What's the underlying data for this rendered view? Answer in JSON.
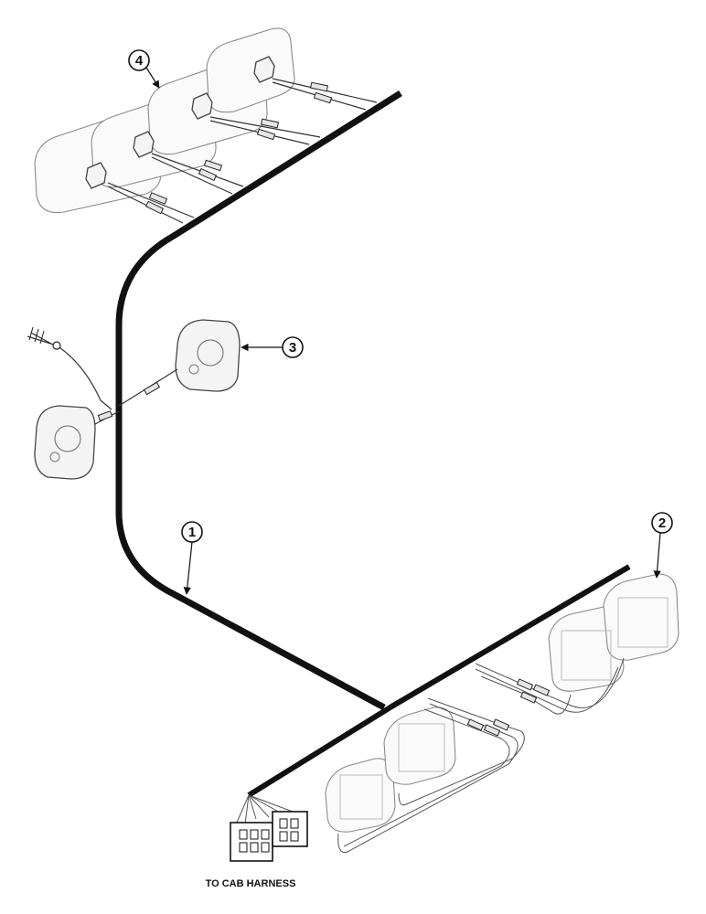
{
  "callouts": [
    {
      "id": "1",
      "text": "1"
    },
    {
      "id": "2",
      "text": "2"
    },
    {
      "id": "3",
      "text": "3"
    },
    {
      "id": "4",
      "text": "4"
    }
  ],
  "caption": "TO CAB HARNESS"
}
